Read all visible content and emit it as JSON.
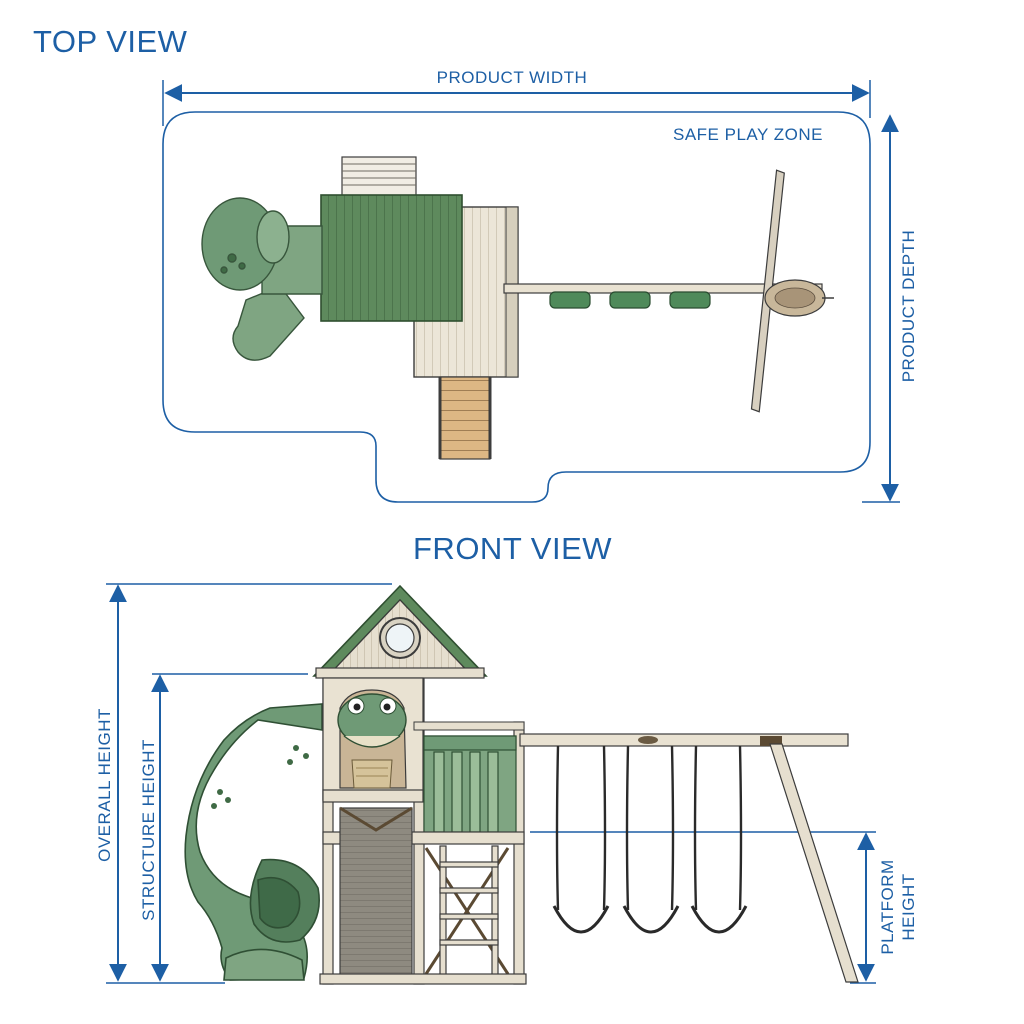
{
  "top_view": {
    "title": "TOP VIEW",
    "labels": {
      "width": "PRODUCT WIDTH",
      "depth": "PRODUCT DEPTH",
      "zone": "SAFE PLAY ZONE"
    }
  },
  "front_view": {
    "title": "FRONT VIEW",
    "labels": {
      "overall": "OVERALL HEIGHT",
      "structure": "STRUCTURE HEIGHT",
      "platform_line1": "PLATFORM",
      "platform_line2": "HEIGHT"
    }
  },
  "colors": {
    "dimension": "#1d5fa5",
    "slide_green": "#6f9a76",
    "roof_green": "#5e8a5d",
    "wood_light": "#e9e2d2",
    "wood_tan": "#d9b98a",
    "outline": "#3c3c3c"
  }
}
